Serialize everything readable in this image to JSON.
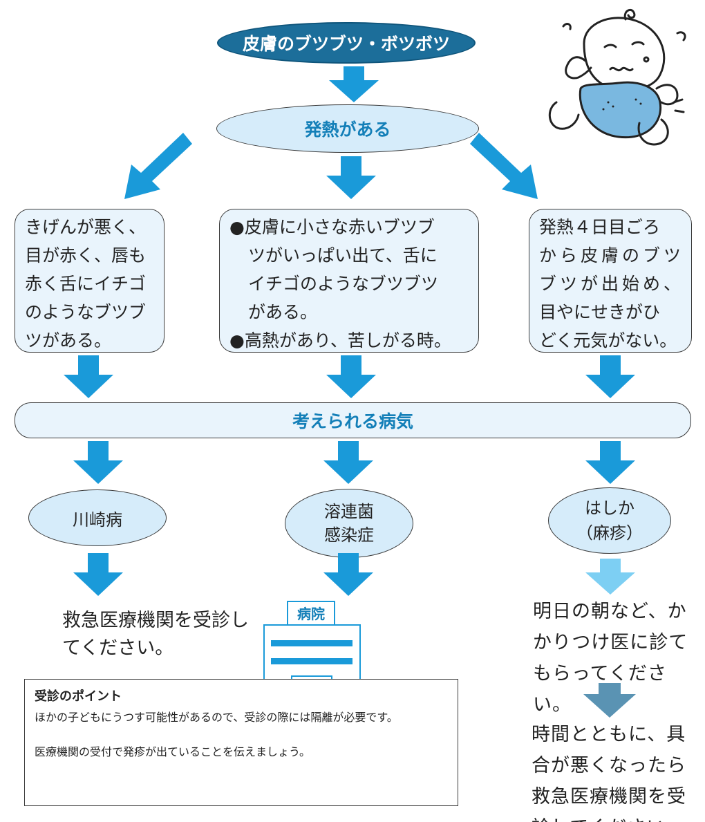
{
  "title": "皮膚のブツブツ・ボツボツ",
  "fever_label": "発熱がある",
  "symptoms": {
    "left": [
      "きげんが悪く、",
      "目が赤く、唇も",
      "赤く舌にイチゴ",
      "のようなブツブ",
      "ツがある。"
    ],
    "middle": [
      "●皮膚に小さな赤いブツブ",
      "ツがいっぱい出て、舌に",
      "イチゴのようなブツブツ",
      "がある。",
      "●高熱があり、苦しがる時。"
    ],
    "right": [
      "発熱４日目ごろ",
      "から皮膚のブツ",
      "ブツが出始め、",
      "目やにせきがひ",
      "どく元気がない。"
    ]
  },
  "diseases_label": "考えられる病気",
  "diseases": {
    "kawasaki": "川崎病",
    "strep_line1": "溶連菌",
    "strep_line2": "感染症",
    "measles_line1": "はしか",
    "measles_line2": "（麻疹）"
  },
  "actions": {
    "er_line1": "救急医療機関を受診し",
    "er_line2": "てください。",
    "hospital_sign": "病院",
    "clinic_lines": [
      "明日の朝など、か",
      "かりつけ医に診て",
      "もらってください。"
    ],
    "worse_lines": [
      "時間とともに、具",
      "合が悪くなったら",
      "救急医療機関を受",
      "診してください。"
    ]
  },
  "points": {
    "title": "受診のポイント",
    "text1": "ほかの子どもにうつす可能性があるので、受診の際には隔離が必要です。",
    "text2": "医療機関の受付で発疹が出ていることを伝えましょう。"
  },
  "colors": {
    "arrow": "#1a9ad9",
    "arrow_light": "#7dcff3",
    "arrow_dark": "#5a93b3",
    "pill": "#1c6e9a",
    "box_fill": "#e9f4fc",
    "ellipse_fill": "#d6ecfa",
    "accent_text": "#137fb8"
  },
  "illustration": "itchy-baby-icon"
}
